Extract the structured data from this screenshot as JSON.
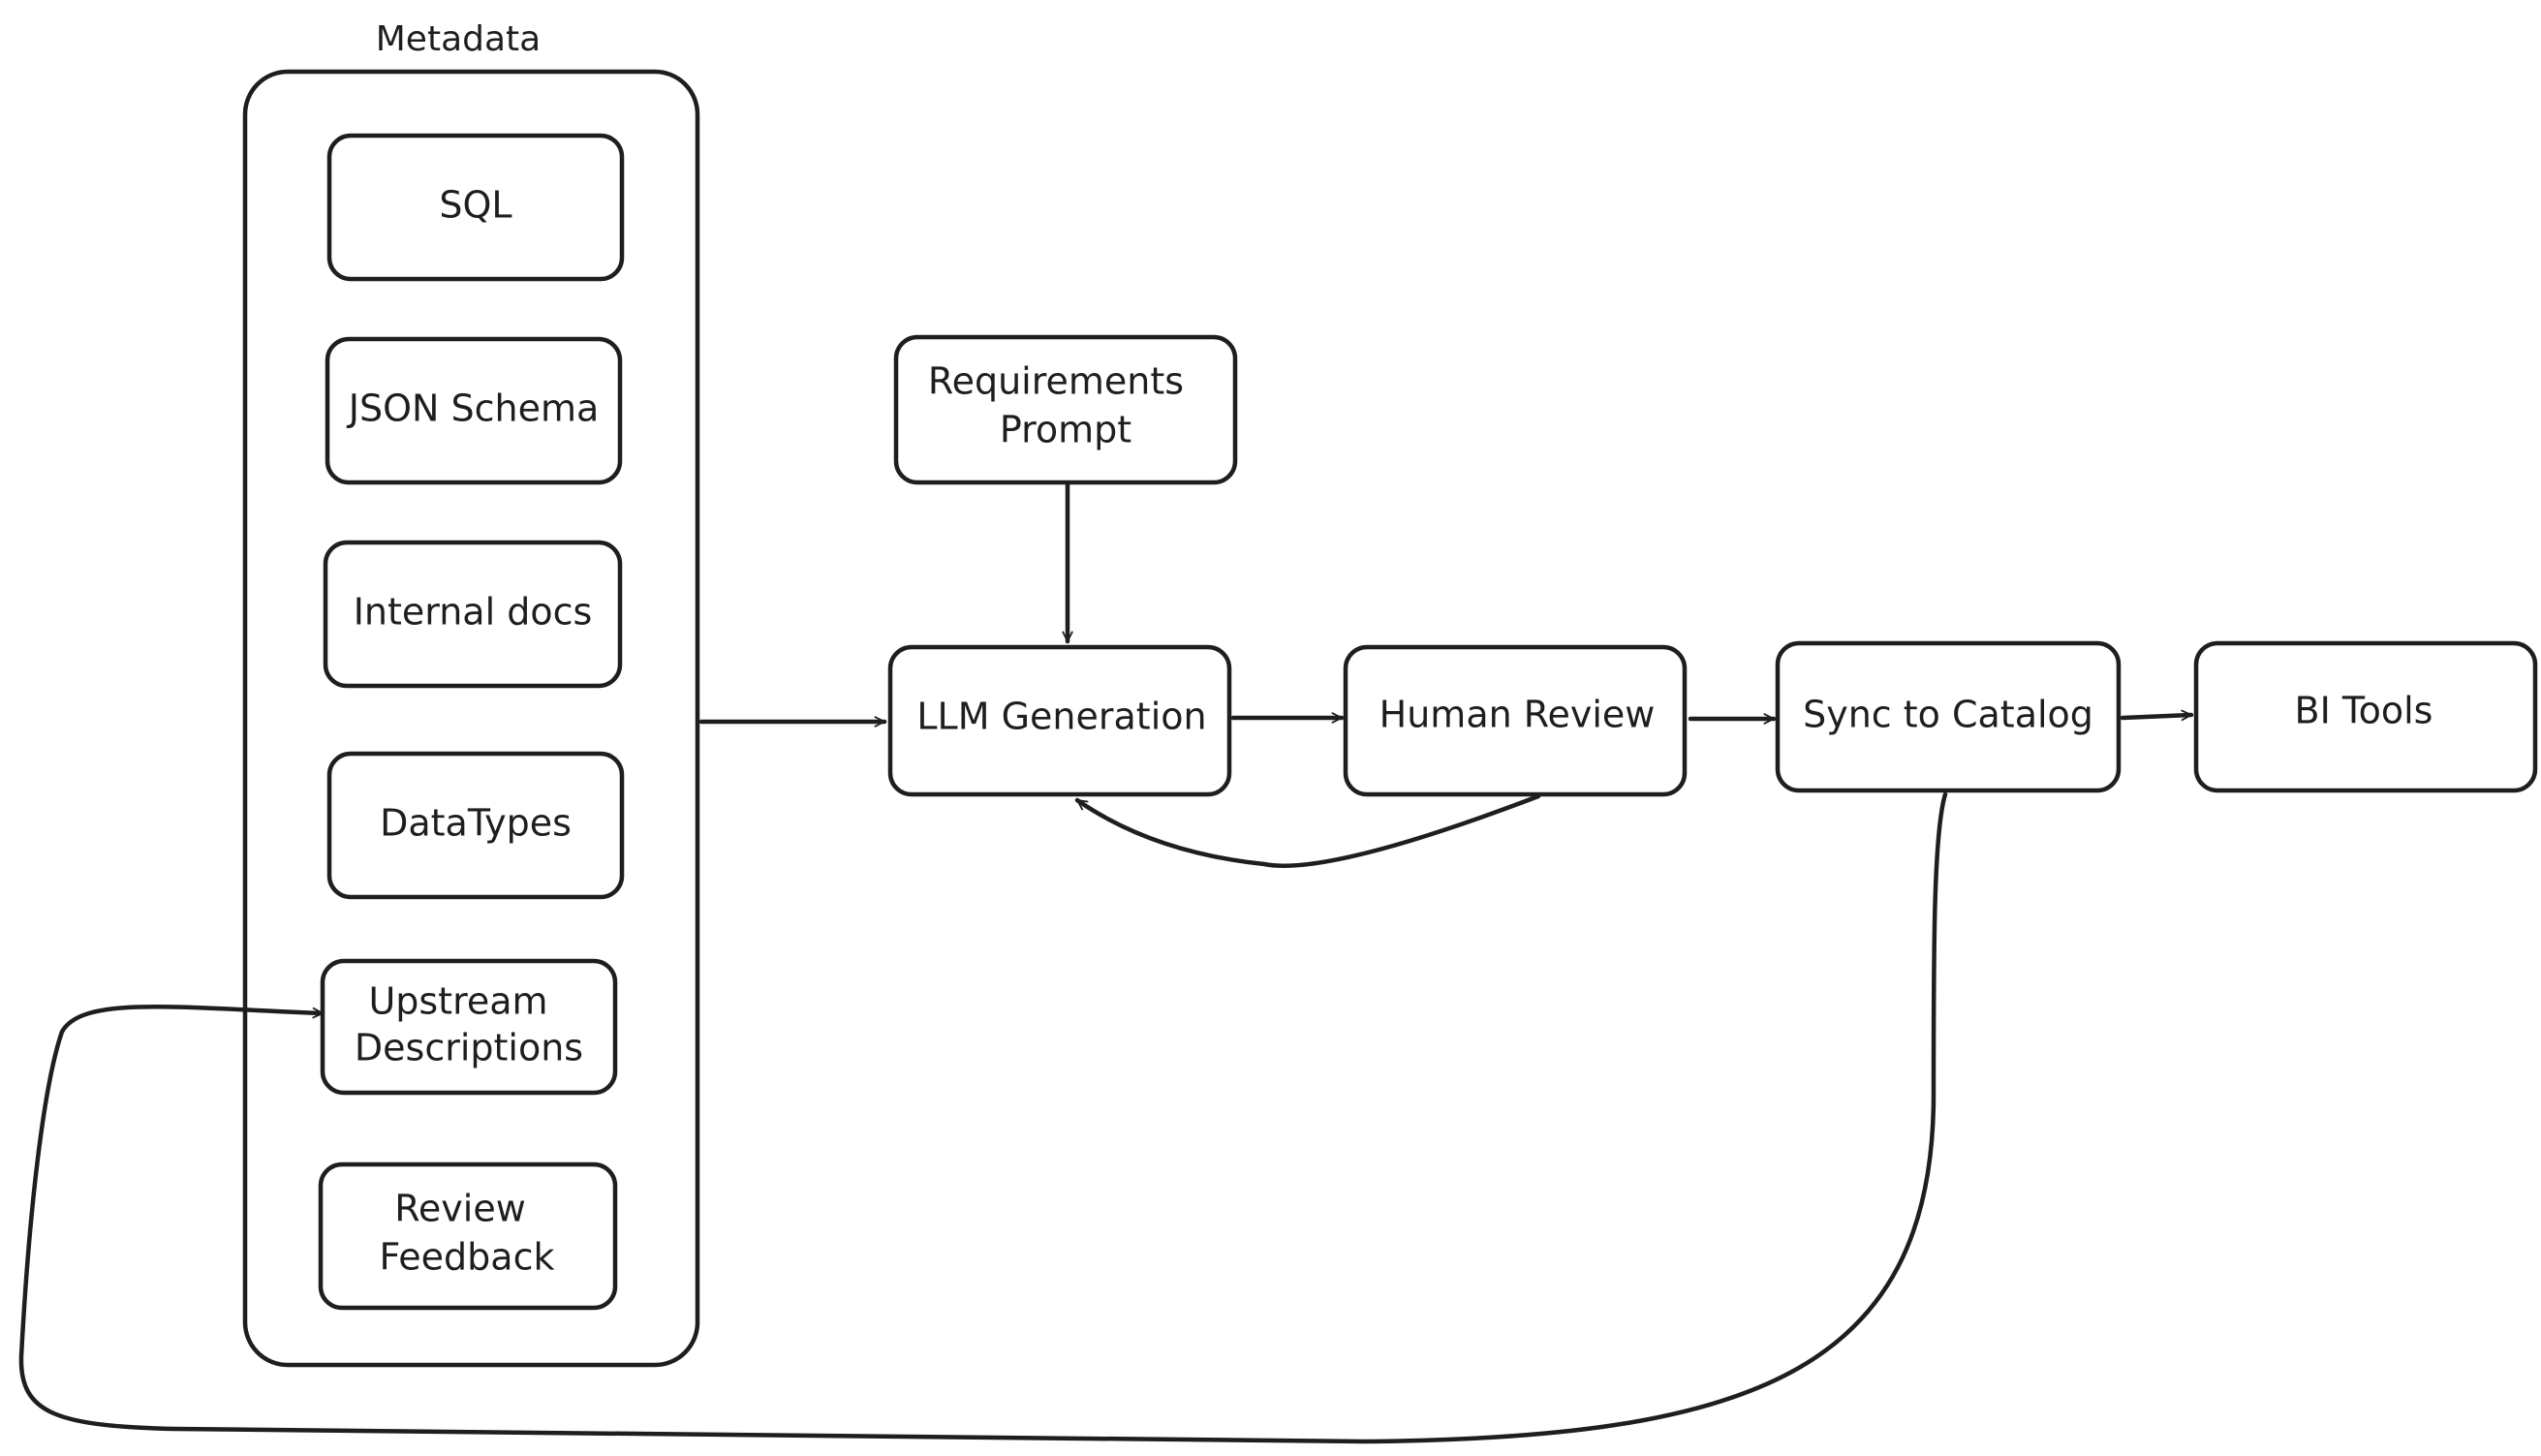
{
  "metadata_group": {
    "title": "Metadata",
    "items": [
      {
        "lines": [
          "SQL"
        ]
      },
      {
        "lines": [
          "JSON Schema"
        ]
      },
      {
        "lines": [
          "Internal docs"
        ]
      },
      {
        "lines": [
          "DataTypes"
        ]
      },
      {
        "lines": [
          "Upstream",
          "Descriptions"
        ]
      },
      {
        "lines": [
          "Review",
          "Feedback"
        ]
      }
    ]
  },
  "flow": {
    "requirements": {
      "lines": [
        "Requirements",
        "Prompt"
      ]
    },
    "llm_generation": {
      "lines": [
        "LLM Generation"
      ]
    },
    "human_review": {
      "lines": [
        "Human Review"
      ]
    },
    "sync_catalog": {
      "lines": [
        "Sync to Catalog"
      ]
    },
    "bi_tools": {
      "lines": [
        "BI Tools"
      ]
    }
  },
  "colors": {
    "stroke": "#1e1e1e",
    "background": "#ffffff"
  }
}
